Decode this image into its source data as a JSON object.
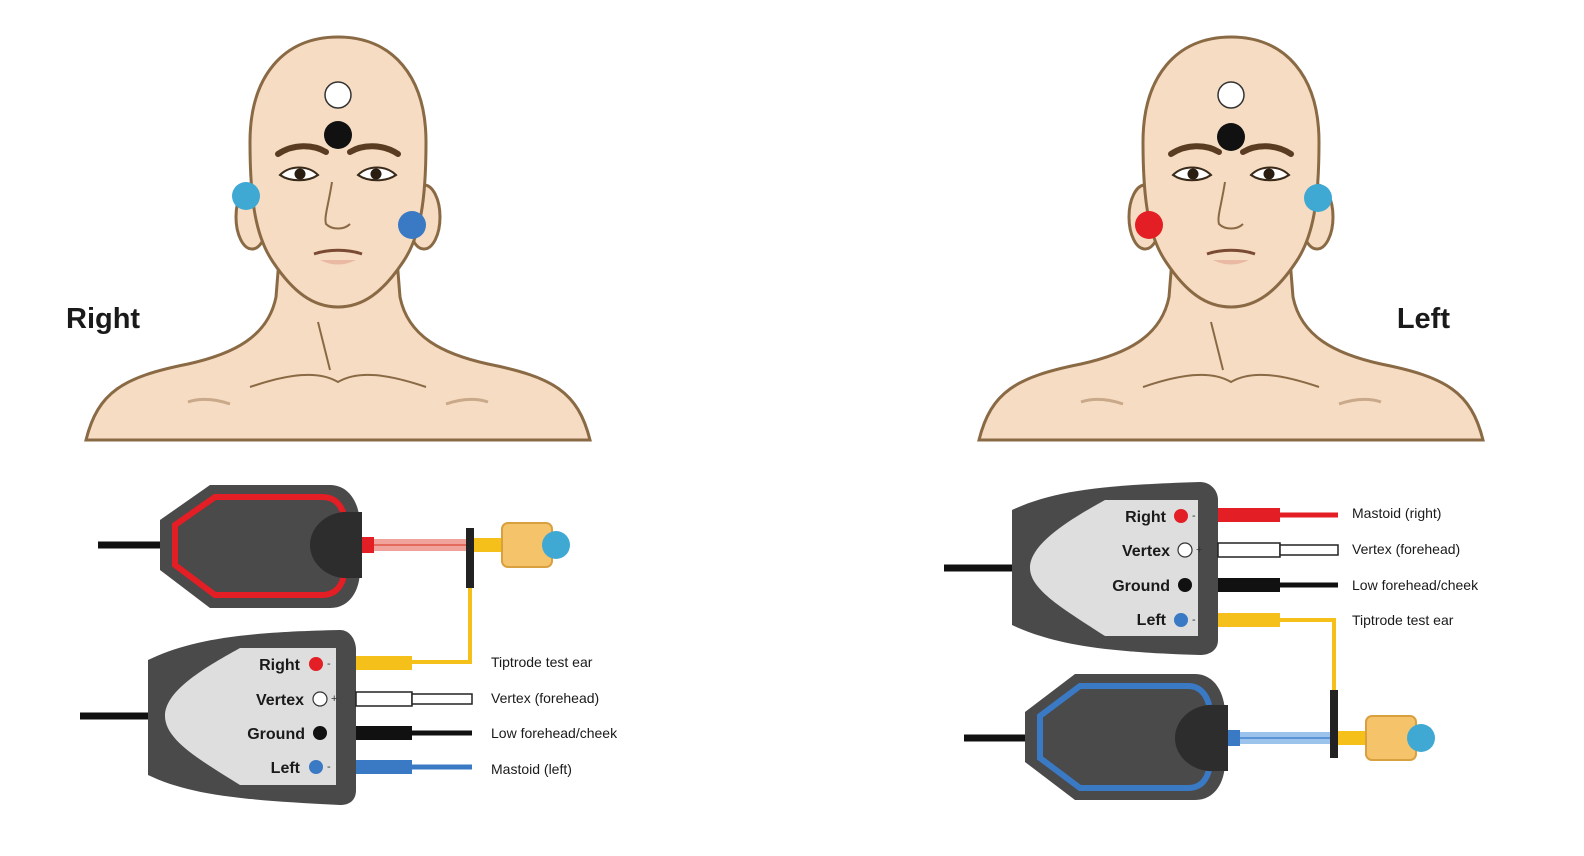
{
  "panels": {
    "right": {
      "title": "Right",
      "ports": [
        {
          "label": "Right",
          "sign": "-"
        },
        {
          "label": "Vertex",
          "sign": "+"
        },
        {
          "label": "Ground",
          "sign": ""
        },
        {
          "label": "Left",
          "sign": "-"
        }
      ],
      "leads": [
        "Tiptrode test ear",
        "Vertex (forehead)",
        "Low forehead/cheek",
        "Mastoid (left)"
      ]
    },
    "left": {
      "title": "Left",
      "ports": [
        {
          "label": "Right",
          "sign": "-"
        },
        {
          "label": "Vertex",
          "sign": "+"
        },
        {
          "label": "Ground",
          "sign": ""
        },
        {
          "label": "Left",
          "sign": "-"
        }
      ],
      "leads": [
        "Mastoid (right)",
        "Vertex (forehead)",
        "Low forehead/cheek",
        "Tiptrode test ear"
      ]
    }
  },
  "colors": {
    "red": "#e31e24",
    "white": "#ffffff",
    "black": "#111111",
    "blue": "#3a79c4",
    "light_blue": "#3fa9d4",
    "yellow": "#f5c01a",
    "skin": "#f6dcc2",
    "outline": "#8a6a45",
    "box": "#4a4a4a",
    "box_panel": "#dedede"
  },
  "icons": [
    "head-illustration",
    "preamp-box-icon",
    "tiptrode-icon",
    "electrode-dot-icon"
  ]
}
